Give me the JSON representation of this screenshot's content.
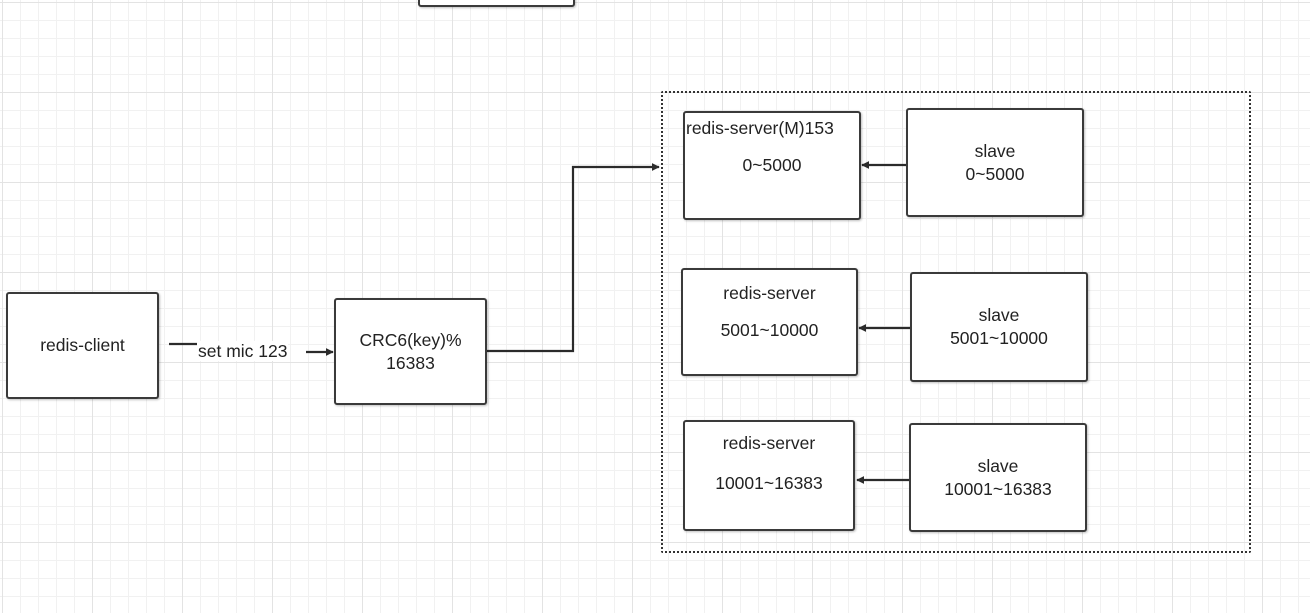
{
  "nodes": {
    "top_partial": "",
    "client": "redis-client",
    "hash": [
      "CRC6(key)%",
      "16383"
    ],
    "master1": [
      "redis-server(M)153",
      "0~5000"
    ],
    "slave1": [
      "slave",
      "0~5000"
    ],
    "master2": [
      "redis-server",
      "5001~10000"
    ],
    "slave2": [
      "slave",
      "5001~10000"
    ],
    "master3": [
      "redis-server",
      "10001~16383"
    ],
    "slave3": [
      "slave",
      "10001~16383"
    ]
  },
  "edges": {
    "client_to_hash": "set mic 123"
  },
  "colors": {
    "stroke": "#3a3a3a",
    "grid_major": "#e3e3e3",
    "grid_minor": "#f1f1f1"
  }
}
